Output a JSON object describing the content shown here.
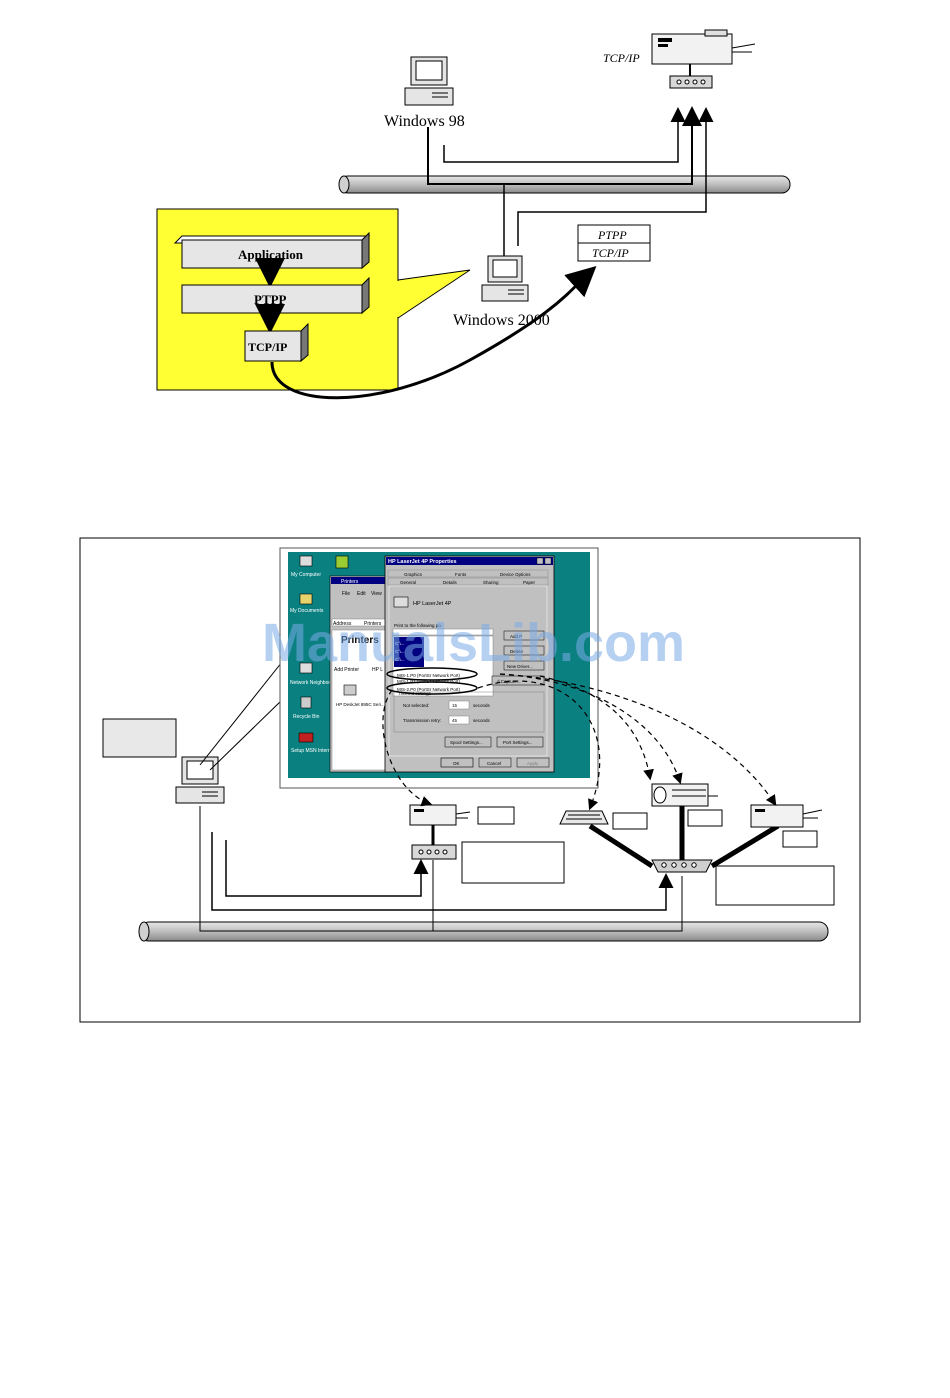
{
  "top_diagram": {
    "windows98_label": "Windows 98",
    "windows2000_label": "Windows 2000",
    "printer_protocol_label": "TCP/IP",
    "stack": {
      "application_label": "Application",
      "ptpp_label": "PTPP",
      "tcpip_label": "TCP/IP"
    },
    "protocol_box": {
      "line1": "PTPP",
      "line2": "TCP/IP"
    }
  },
  "bottom_diagram": {
    "desktop_icons": [
      "My Computer",
      "My Documents",
      "Network Neighborhood",
      "Recycle Bin",
      "Setup MSN Internet A..."
    ],
    "printers_window": {
      "title": "Printers",
      "menu": [
        "File",
        "Edit",
        "View"
      ],
      "address_label": "Address",
      "address_value": "Printers",
      "big_label": "Printers",
      "add_printer_label": "Add Printer",
      "hp_label": "HP L",
      "deskjet_label": "HP DeskJet 895C Seri..."
    },
    "properties_dialog": {
      "title": "HP LaserJet 4P Properties",
      "tabs_back": [
        "Graphics",
        "Fonts",
        "Device Options"
      ],
      "tabs_front": [
        "General",
        "Details",
        "Sharing",
        "Paper"
      ],
      "printer_name": "HP LaserJet 4P",
      "print_to_label": "Print to the following po",
      "port_lines": [
        "C:\\...",
        "C:\\...",
        "C:\\..."
      ],
      "network_ports": [
        "MIS-1.P0 (PortSr Network Port)",
        "MIS-1.P1 (PortSr Network Port)",
        "MIS-2.P0 (PortSr Network Port)"
      ],
      "buttons_side": [
        "Add P",
        "Delete",
        "New Driver...",
        "d Capture..."
      ],
      "timeout_label": "Timeout settings",
      "not_selected_label": "Not selected:",
      "not_selected_value": "15",
      "retry_label": "Transmission retry:",
      "retry_value": "45",
      "seconds_label": "seconds",
      "spool_button": "Spool Settings...",
      "port_button": "Port Settings...",
      "ok_button": "OK",
      "cancel_button": "Cancel",
      "apply_button": "Apply"
    }
  },
  "watermark": "ManualsLib.com",
  "colors": {
    "yellow_panel": "#ffff33",
    "desktop_teal": "#0a8080",
    "title_bar": "#000080",
    "window_gray": "#c0c0c0"
  }
}
